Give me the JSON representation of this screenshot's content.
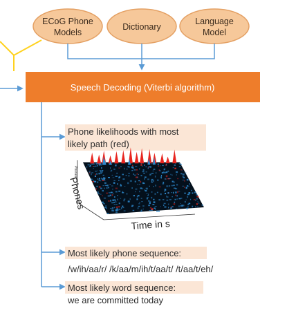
{
  "inputs": [
    {
      "id": "ecog",
      "lines": [
        "ECoG Phone",
        "Models"
      ]
    },
    {
      "id": "dictionary",
      "lines": [
        "Dictionary"
      ]
    },
    {
      "id": "language",
      "lines": [
        "Language",
        "Model"
      ]
    }
  ],
  "decoder": {
    "label": "Speech Decoding (Viterbi algorithm)"
  },
  "steps": {
    "likelihoods": {
      "line1": "Phone likelihoods with most",
      "line2": "likely path (red)"
    },
    "phone_seq": {
      "label": "Most likely phone sequence:",
      "value": "/w/ih/aa/r/ /k/aa/m/ih/t/aa/t/ /t/aa/t/eh/"
    },
    "word_seq": {
      "label": "Most likely word sequence:",
      "value": "we are committed today"
    }
  },
  "plot": {
    "xlabel": "Time in s",
    "ylabel": "Phones",
    "small_label": "Phones"
  },
  "colors": {
    "ellipse_fill": "#f6c89a",
    "ellipse_stroke": "#e4a063",
    "bar_fill": "#ee7d2b",
    "label_bg": "#fbe6d6",
    "arrow": "#5b9bd5",
    "left_line": "#ffd21f",
    "surface_blue": "#2e8bd0",
    "surface_red": "#e8251f"
  }
}
